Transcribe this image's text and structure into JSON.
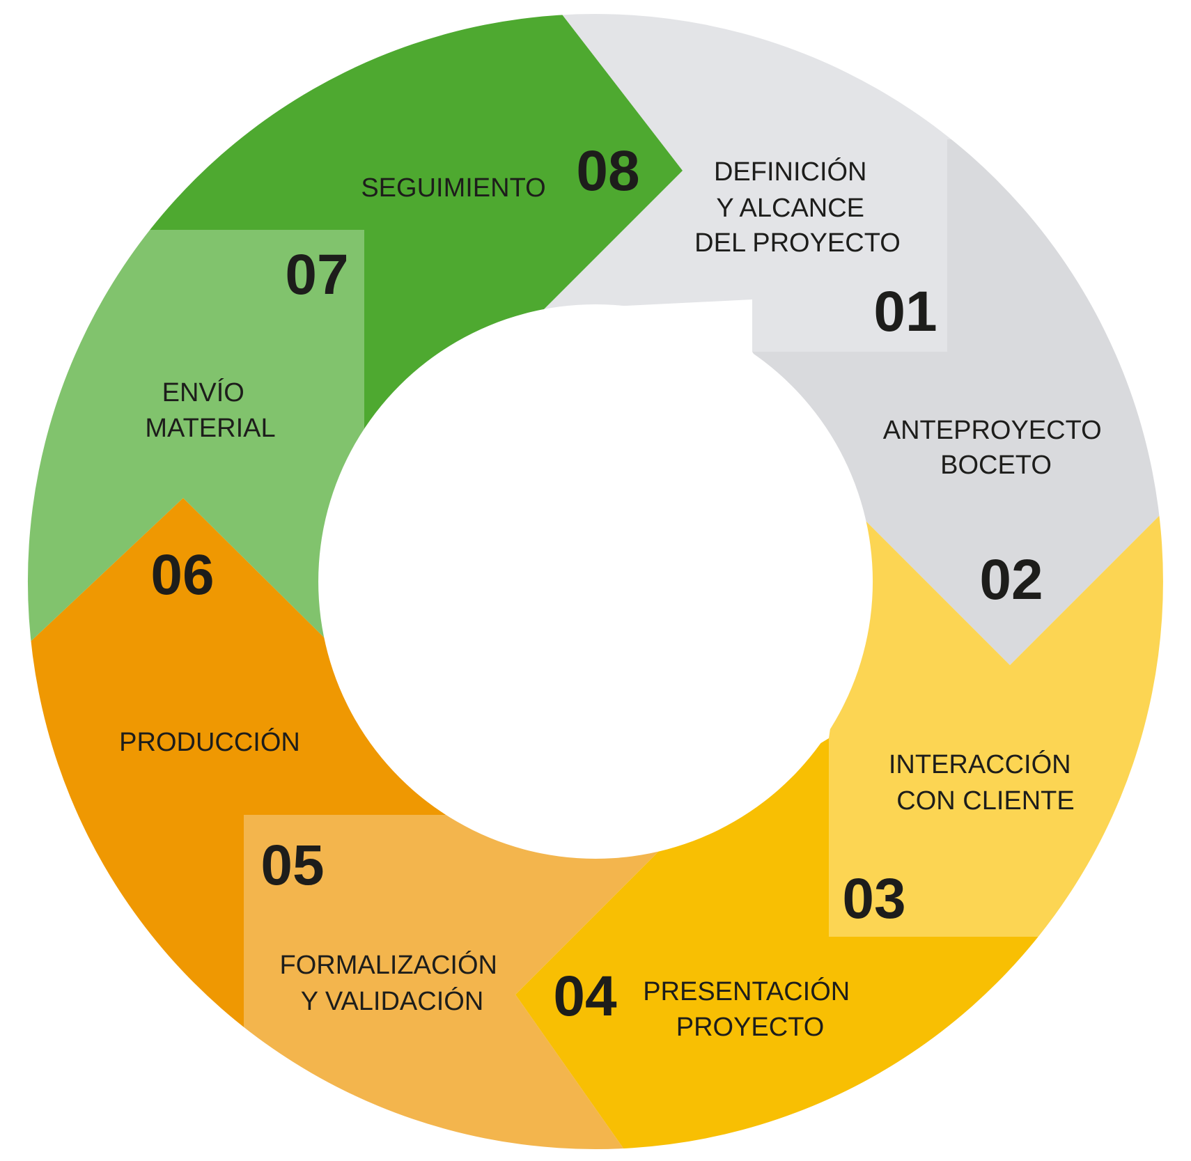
{
  "steps": [
    {
      "number": "01",
      "label_lines": [
        "DEFINICIÓN",
        "Y ALCANCE",
        "DEL PROYECTO"
      ],
      "color": "#E3E4E7"
    },
    {
      "number": "02",
      "label_lines": [
        "ANTEPROYECTO",
        "BOCETO"
      ],
      "color": "#D9DADD"
    },
    {
      "number": "03",
      "label_lines": [
        "INTERACCIÓN",
        "CON CLIENTE"
      ],
      "color": "#FCD553"
    },
    {
      "number": "04",
      "label_lines": [
        "PRESENTACIÓN",
        "PROYECTO"
      ],
      "color": "#F8BF03"
    },
    {
      "number": "05",
      "label_lines": [
        "FORMALIZACIÓN",
        "Y VALIDACIÓN"
      ],
      "color": "#F3B54D"
    },
    {
      "number": "06",
      "label_lines": [
        "PRODUCCIÓN"
      ],
      "color": "#EF9802"
    },
    {
      "number": "07",
      "label_lines": [
        "ENVÍO",
        "MATERIAL"
      ],
      "color": "#81C36D"
    },
    {
      "number": "08",
      "label_lines": [
        "SEGUIMIENTO"
      ],
      "color": "#4EA930"
    }
  ]
}
